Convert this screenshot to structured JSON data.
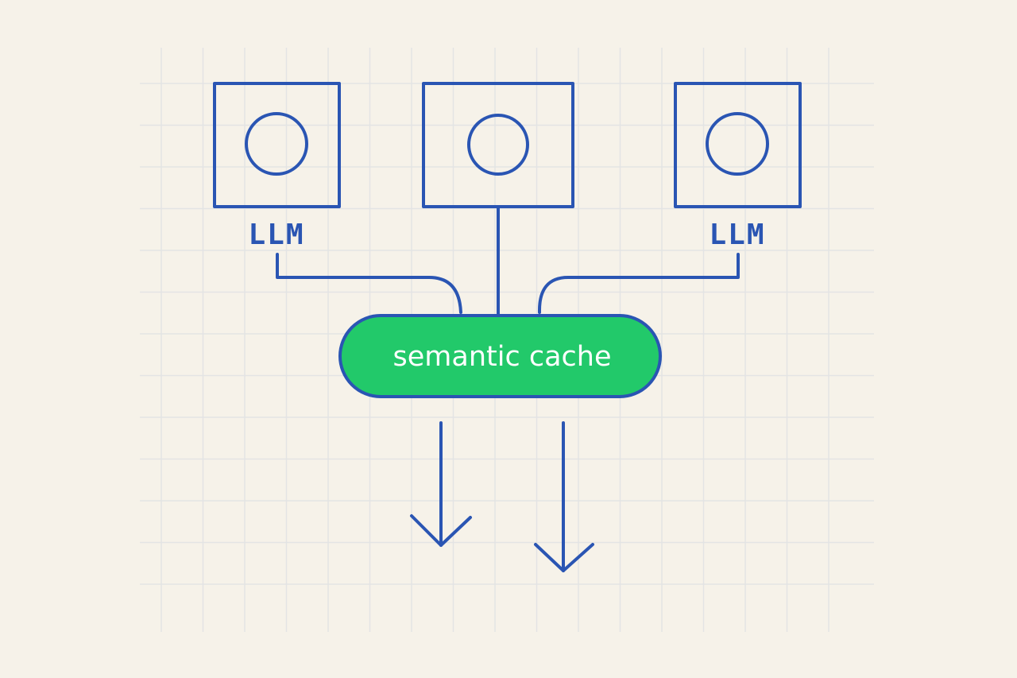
{
  "colors": {
    "background": "#f6f2e9",
    "grid": "#e3e4e4",
    "stroke": "#2a55b3",
    "cache_fill": "#22c96a",
    "cache_text": "#ffffff"
  },
  "nodes": {
    "left_model": {
      "label": "LLM",
      "icon": "circle-icon"
    },
    "center_model": {
      "label": "",
      "icon": "circle-icon"
    },
    "right_model": {
      "label": "LLM",
      "icon": "circle-icon"
    }
  },
  "cache": {
    "label": "semantic cache"
  },
  "outputs": {
    "count_icons": [
      "arrow-down-icon",
      "arrow-down-icon"
    ]
  }
}
